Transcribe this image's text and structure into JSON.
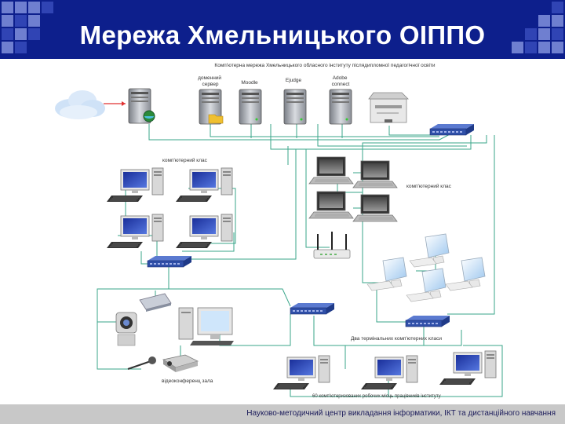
{
  "slide": {
    "title": "Мережа Хмельницького ОІППО",
    "footer": "Науково-методичний центр викладання інформатики, ІКТ та дистанційного навчання"
  },
  "diagram": {
    "caption": "Комп'ютерна мережа Хмельницького обласного інституту післядипломної педагогічної освіти",
    "servers": {
      "domain": "доменний\nсервер",
      "moodle": "Moodle",
      "ejudge": "Ejudge",
      "adobe": "Adobe\nconnect"
    },
    "labels": {
      "class_left": "комп'ютерний клас",
      "class_right": "комп'ютерний клас",
      "video_hall": "відеоконференц зала",
      "terminal_classes": "Два термінальних комп'ютерних класи",
      "workstations": "60 комп'ютеризованих робочих місць працівників інституту"
    },
    "colors": {
      "header_bg": "#0d1f8c",
      "cable": "#3aa68a",
      "switch": "#2f4fa8",
      "internet_link": "#e03030"
    }
  }
}
